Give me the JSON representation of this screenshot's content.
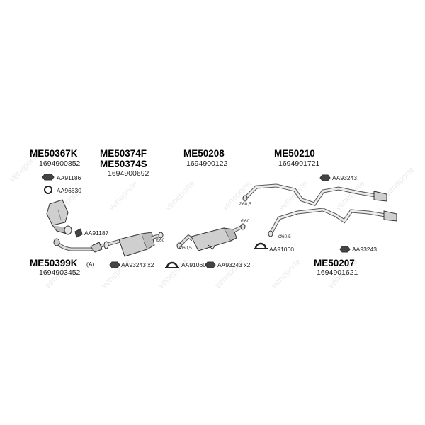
{
  "watermark": "veneporte",
  "groups": [
    {
      "part": "ME50367K",
      "code": "1694900852"
    },
    {
      "part": "ME50374F",
      "part2": "ME50374S",
      "code": "1694900692"
    },
    {
      "part": "ME50208",
      "code": "1694900122"
    },
    {
      "part": "ME50210",
      "code": "1694901721"
    },
    {
      "part": "ME50399K",
      "suffix": "(A)",
      "code": "1694903452"
    },
    {
      "part": "ME50207",
      "code": "1694901621"
    }
  ],
  "accessories": {
    "a1": "AA91186",
    "a2": "AA96630",
    "a3": "AA91187",
    "a4": "AA93243 x2",
    "a5": "AA91060",
    "a6": "AA93243 x2",
    "a7": "AA93243",
    "a8": "AA91060",
    "a9": "AA93243"
  },
  "dims": {
    "d1": "Ø60",
    "d2": "Ø60",
    "d3": "Ø60,5",
    "d4": "Ø60,5",
    "d5": "Ø60,5"
  }
}
